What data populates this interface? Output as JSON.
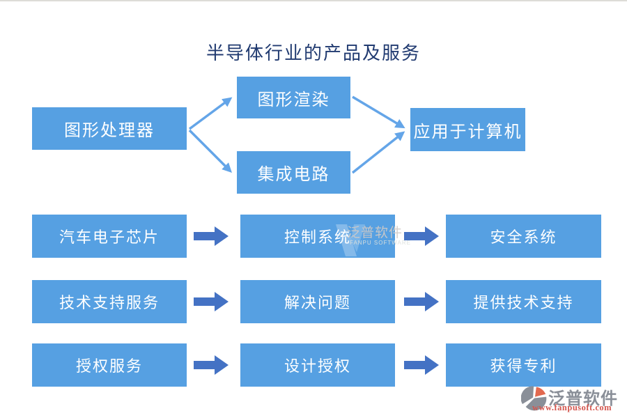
{
  "title": "半导体行业的产品及服务",
  "top_flow": {
    "source": "图形处理器",
    "branches": [
      "图形渲染",
      "集成电路"
    ],
    "target": "应用于计算机"
  },
  "process_rows": [
    {
      "left": "汽车电子芯片",
      "middle": "控制系统",
      "right": "安全系统"
    },
    {
      "left": "技术支持服务",
      "middle": "解决问题",
      "right": "提供技术支持"
    },
    {
      "left": "授权服务",
      "middle": "设计授权",
      "right": "获得专利"
    }
  ],
  "watermark": {
    "name": "泛普软件",
    "subtitle": "FANPU SOFTWARE"
  },
  "footer_logo": {
    "name": "泛普软件",
    "url": "www.fanpusoft.com"
  },
  "icons": {
    "fanpu_logo": "fanpu-swirl-icon",
    "block_arrow": "right-block-arrow",
    "line_arrow": "right-line-arrow"
  },
  "colors": {
    "box": "#56A0E2",
    "block_arrow": "#4472C4",
    "line_arrow": "#64A5E8",
    "title": "#203A70",
    "logo_gray": "#8A8F98",
    "logo_orange": "#E2694F",
    "logo_url": "#D4574F"
  }
}
